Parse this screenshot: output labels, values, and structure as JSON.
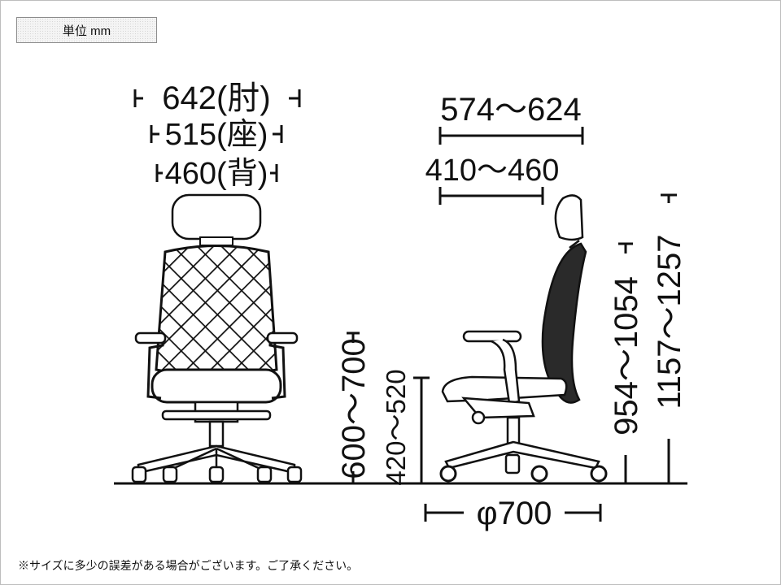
{
  "unit_label": "単位 mm",
  "footnote": "※サイズに多少の誤差がある場合がございます。ご了承ください。",
  "front_view": {
    "width_armrest": "642(肘)",
    "width_seat": "515(座)",
    "width_back": "460(背)"
  },
  "side_view": {
    "depth_overall": "574～624",
    "depth_seat": "410～460",
    "armrest_height": "600～700",
    "seat_height": "420～520",
    "back_height": "954～1054",
    "total_height": "1157～1257",
    "base_diameter": "φ700"
  },
  "colors": {
    "line": "#111111",
    "frame": "#bdbdbd"
  }
}
